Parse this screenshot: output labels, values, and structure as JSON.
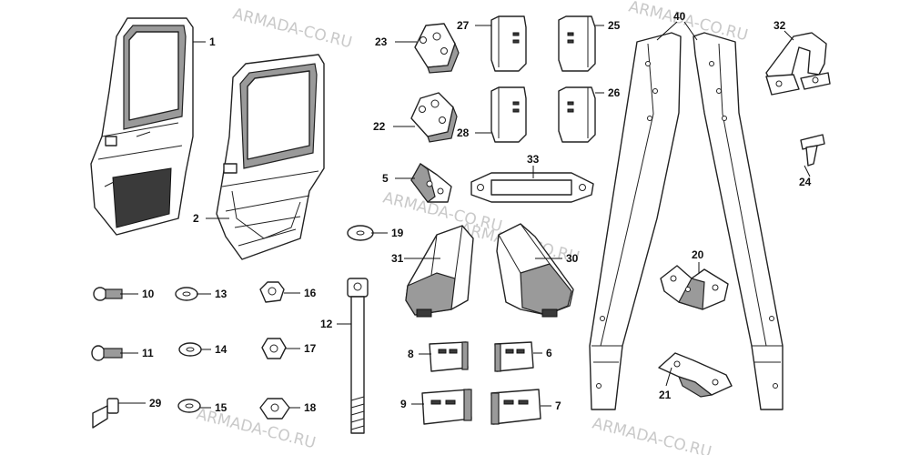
{
  "watermarks": [
    "ARMADA-CO.RU",
    "ARMADA-CO.RU",
    "ARMADA-CO.RU",
    "ARMADA-CO.RU",
    "ARMADA-CO.RU",
    "ARMADA-CO.RU"
  ],
  "labels": {
    "p1": "1",
    "p2": "2",
    "p5": "5",
    "p6": "6",
    "p7": "7",
    "p8": "8",
    "p9": "9",
    "p10": "10",
    "p11": "11",
    "p12": "12",
    "p13": "13",
    "p14": "14",
    "p15": "15",
    "p16": "16",
    "p17": "17",
    "p18": "18",
    "p19": "19",
    "p20": "20",
    "p21": "21",
    "p22": "22",
    "p23": "23",
    "p24": "24",
    "p25": "25",
    "p26": "26",
    "p27": "27",
    "p28": "28",
    "p29": "29",
    "p30": "30",
    "p31": "31",
    "p32": "32",
    "p33": "33",
    "p40": "40"
  }
}
